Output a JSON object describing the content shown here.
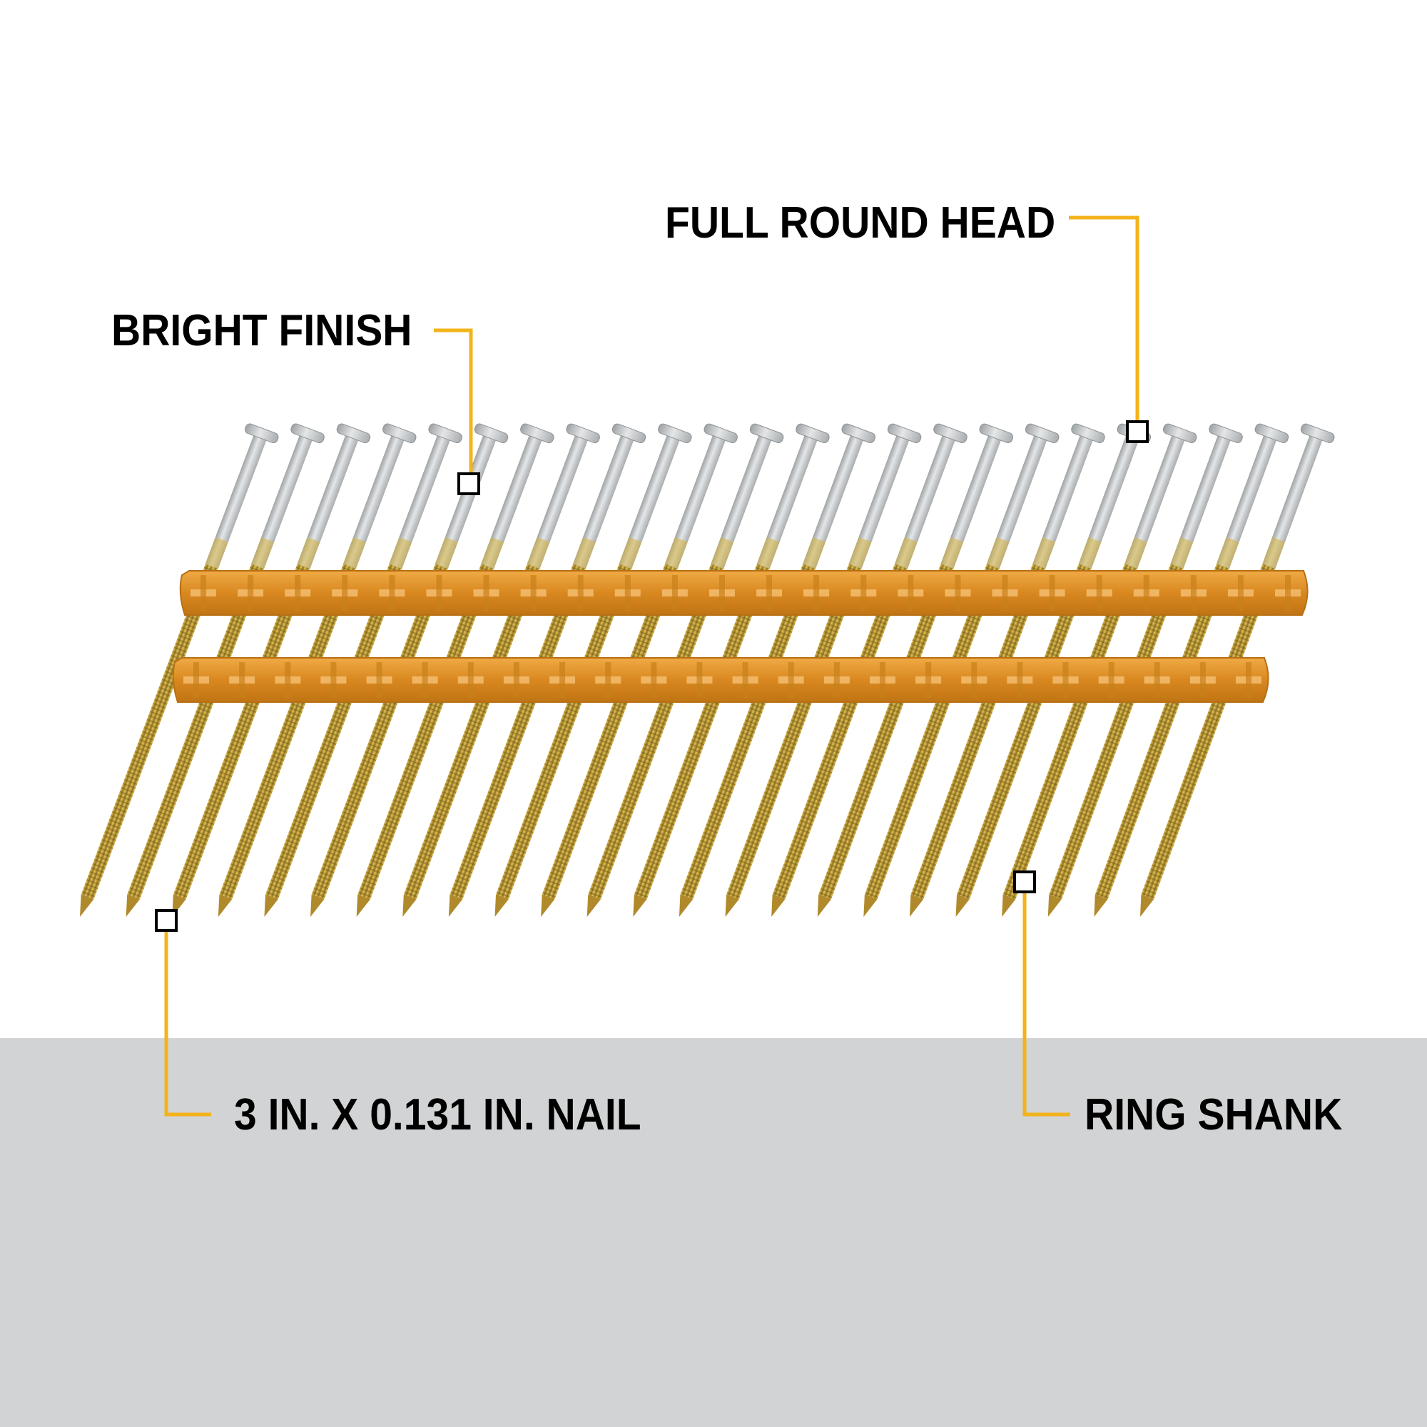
{
  "callouts": {
    "full_round_head": "FULL ROUND HEAD",
    "bright_finish": "BRIGHT FINISH",
    "nail_size": "3 IN. X 0.131 IN. NAIL",
    "ring_shank": "RING SHANK"
  },
  "colors": {
    "callout_line": "#f3b31a",
    "callout_marker_fill": "#ffffff",
    "label_text": "#000000",
    "bottom_band": "#d1d3d4",
    "nail_head": "#c8ccce",
    "nail_shank": "#c9a53a",
    "collation_strip": "#e0952a"
  },
  "product": {
    "nail_count": 24
  }
}
